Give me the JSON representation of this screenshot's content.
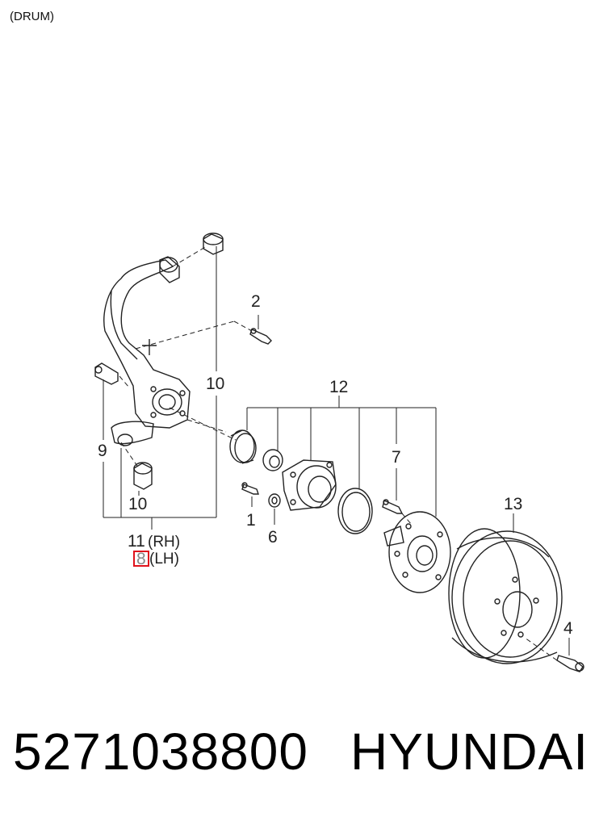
{
  "header": {
    "label": "(DRUM)"
  },
  "callouts": {
    "c1": "1",
    "c2": "2",
    "c4": "4",
    "c6": "6",
    "c7": "7",
    "c8": "8",
    "c9": "9",
    "c10_top": "10",
    "c10_bottom": "10",
    "c11": "11",
    "c12": "12",
    "c13": "13",
    "rh": "(RH)",
    "lh": "(LH)"
  },
  "footer": {
    "part_number": "5271038800",
    "brand": "HYUNDAI"
  },
  "colors": {
    "highlight": "#e0121c",
    "line": "#222222"
  }
}
